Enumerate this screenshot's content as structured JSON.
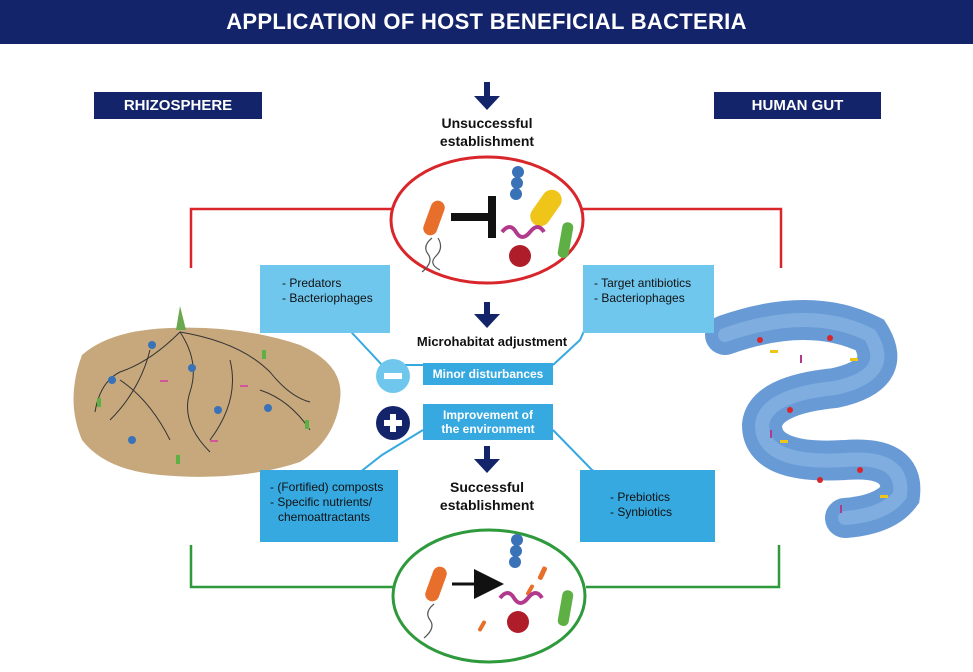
{
  "title": "APPLICATION OF HOST BENEFICIAL BACTERIA",
  "left_tag": "RHIZOSPHERE",
  "right_tag": "HUMAN GUT",
  "top_stage": {
    "line1": "Unsuccessful",
    "line2": "establishment"
  },
  "bottom_stage": {
    "line1": "Successful",
    "line2": "establishment"
  },
  "microhabitat_label": "Microhabitat adjustment",
  "minor_disturbances": "Minor disturbances",
  "improvement": {
    "line1": "Improvement of",
    "line2": "the environment"
  },
  "boxes": {
    "top_left": [
      "- Predators",
      "- Bacteriophages"
    ],
    "top_right": [
      "- Target antibiotics",
      "- Bacteriophages"
    ],
    "bottom_left": [
      "- (Fortified) composts",
      "- Specific nutrients/",
      "  chemoattractants"
    ],
    "bottom_right": [
      "- Prebiotics",
      "- Synbiotics"
    ]
  },
  "symbols": {
    "minus": "−",
    "plus": "+"
  },
  "colors": {
    "navy": "#14246b",
    "red": "#d8262b",
    "green": "#2e9a3c",
    "light_blue": "#6fc7ee",
    "mid_blue": "#36a9e1",
    "soil": "#c7a87c",
    "gut": "#5b93d3"
  }
}
